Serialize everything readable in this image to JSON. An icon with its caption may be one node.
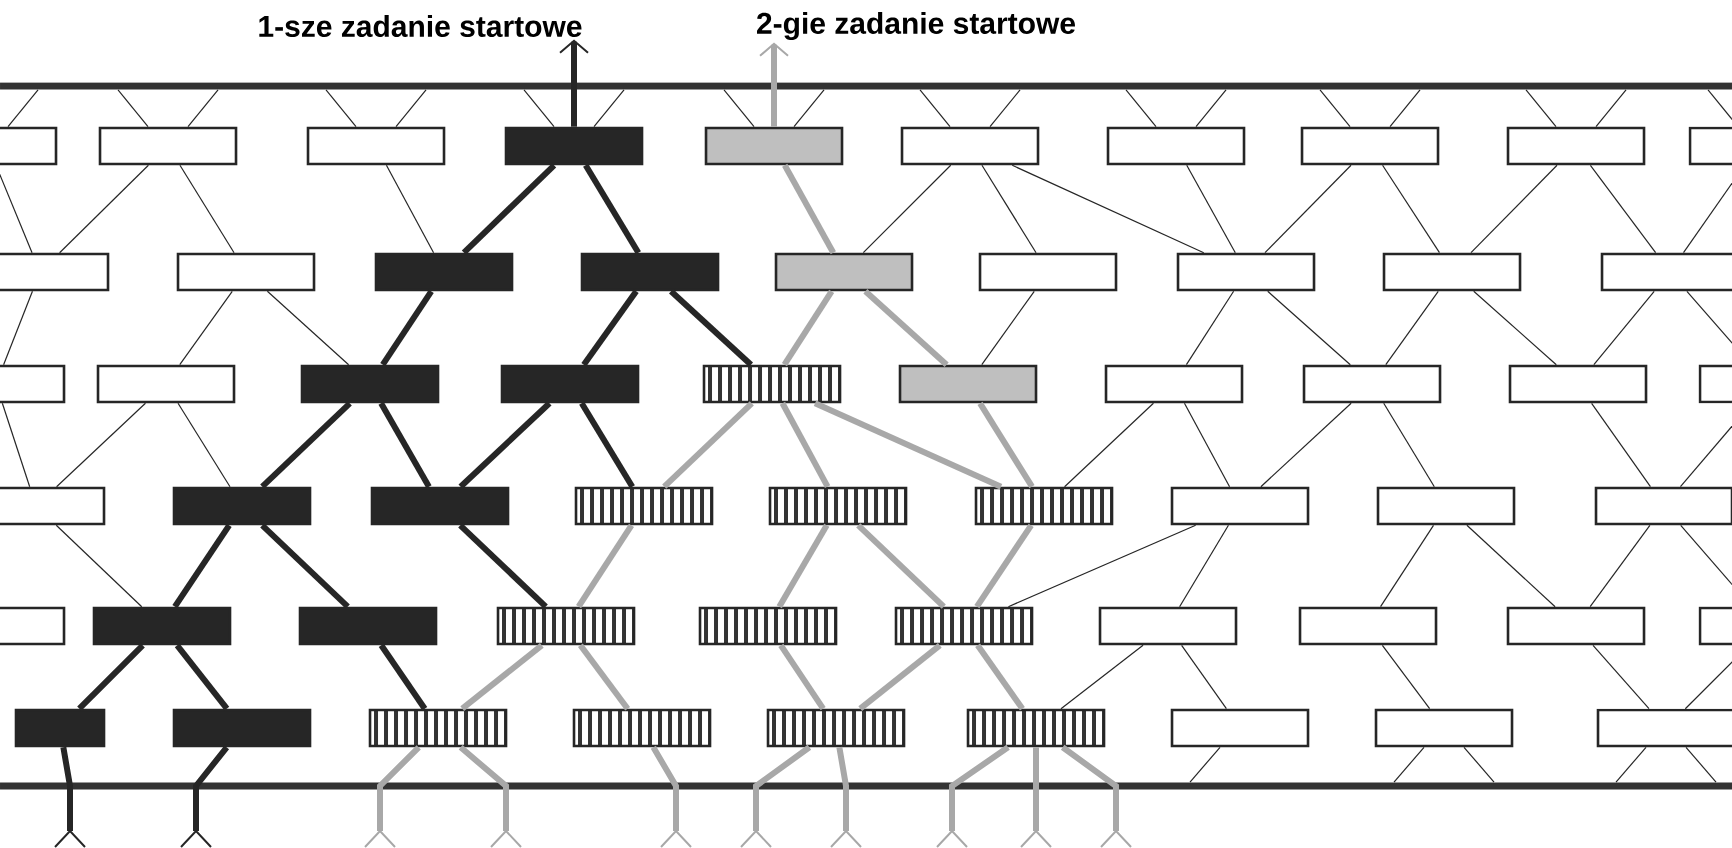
{
  "diagram": {
    "nodes": [
      {
        "text": [
          "1-sze zadanie startowe"
        ]
      },
      {
        "text": [
          "2-gie zadanie startowe"
        ]
      },
      {
        "text": [],
        "shape": "bar"
      },
      {
        "text": [],
        "shape": "box"
      },
      {
        "text": [],
        "shape": "box"
      },
      {
        "text": [],
        "shape": "box"
      },
      {
        "text": [],
        "shape": "box"
      },
      {
        "text": [],
        "shape": "box"
      },
      {
        "text": [],
        "shape": "box"
      },
      {
        "text": [],
        "shape": "box"
      },
      {
        "text": [],
        "shape": "box"
      },
      {
        "text": [],
        "shape": "box"
      },
      {
        "text": [],
        "shape": "box"
      },
      {
        "text": [],
        "shape": "box"
      },
      {
        "text": [],
        "shape": "box"
      },
      {
        "text": [],
        "shape": "box"
      },
      {
        "text": [],
        "shape": "box"
      },
      {
        "text": [],
        "shape": "box"
      },
      {
        "text": [],
        "shape": "box"
      },
      {
        "text": [],
        "shape": "box"
      },
      {
        "text": [],
        "shape": "box"
      },
      {
        "text": [],
        "shape": "box"
      },
      {
        "text": [],
        "shape": "box"
      },
      {
        "text": [],
        "shape": "box"
      },
      {
        "text": [],
        "shape": "box"
      },
      {
        "text": [],
        "shape": "box"
      },
      {
        "text": [],
        "shape": "box"
      },
      {
        "text": [],
        "shape": "box"
      },
      {
        "text": [],
        "shape": "box"
      },
      {
        "text": [],
        "shape": "box"
      },
      {
        "text": [],
        "shape": "box"
      },
      {
        "text": [],
        "shape": "box"
      },
      {
        "text": [],
        "shape": "box"
      },
      {
        "text": [],
        "shape": "box"
      },
      {
        "text": [],
        "shape": "box"
      },
      {
        "text": [],
        "shape": "box"
      },
      {
        "text": [],
        "shape": "box"
      },
      {
        "text": [],
        "shape": "box"
      },
      {
        "text": [],
        "shape": "box"
      },
      {
        "text": [],
        "shape": "box"
      },
      {
        "text": [],
        "shape": "box"
      },
      {
        "text": [],
        "shape": "box"
      },
      {
        "text": [],
        "shape": "box"
      },
      {
        "text": [],
        "shape": "box"
      },
      {
        "text": [],
        "shape": "box"
      },
      {
        "text": [],
        "shape": "box"
      },
      {
        "text": [],
        "shape": "box"
      },
      {
        "text": [],
        "shape": "box"
      },
      {
        "text": [],
        "shape": "box"
      },
      {
        "text": [],
        "shape": "box"
      },
      {
        "text": [],
        "shape": "box"
      },
      {
        "text": [],
        "shape": "box"
      },
      {
        "text": [],
        "shape": "box"
      },
      {
        "text": [],
        "shape": "box"
      },
      {
        "text": [],
        "shape": "box"
      },
      {
        "text": [],
        "shape": "box"
      },
      {
        "text": [],
        "shape": "box"
      },
      {
        "text": [],
        "shape": "box"
      },
      {
        "text": [],
        "shape": "box"
      },
      {
        "text": [],
        "shape": "box"
      },
      {
        "text": [],
        "shape": "bar"
      }
    ],
    "edges": [
      {
        "from": 6,
        "to": 0,
        "arrow": "to",
        "style": "thick"
      },
      {
        "from": 7,
        "to": 1,
        "arrow": "to",
        "style": "thick",
        "color": "#a8a8a8"
      },
      {
        "from": 2,
        "to": 3,
        "arrow": "none"
      },
      {
        "from": 2,
        "to": 4,
        "arrow": "none"
      },
      {
        "from": 2,
        "to": 4,
        "arrow": "none"
      },
      {
        "from": 2,
        "to": 5,
        "arrow": "none"
      },
      {
        "from": 2,
        "to": 5,
        "arrow": "none"
      },
      {
        "from": 2,
        "to": 6,
        "arrow": "none"
      },
      {
        "from": 2,
        "to": 6,
        "arrow": "none"
      },
      {
        "from": 2,
        "to": 7,
        "arrow": "none"
      },
      {
        "from": 2,
        "to": 7,
        "arrow": "none"
      },
      {
        "from": 2,
        "to": 8,
        "arrow": "none"
      },
      {
        "from": 2,
        "to": 8,
        "arrow": "none"
      },
      {
        "from": 2,
        "to": 9,
        "arrow": "none"
      },
      {
        "from": 2,
        "to": 9,
        "arrow": "none"
      },
      {
        "from": 2,
        "to": 10,
        "arrow": "none"
      },
      {
        "from": 2,
        "to": 10,
        "arrow": "none"
      },
      {
        "from": 2,
        "to": 11,
        "arrow": "none"
      },
      {
        "from": 2,
        "to": 11,
        "arrow": "none"
      },
      {
        "from": 2,
        "to": 12,
        "arrow": "none"
      },
      {
        "from": 3,
        "to": 13,
        "arrow": "none"
      },
      {
        "from": 4,
        "to": 13,
        "arrow": "none"
      },
      {
        "from": 4,
        "to": 14,
        "arrow": "none"
      },
      {
        "from": 5,
        "to": 15,
        "arrow": "none"
      },
      {
        "from": 6,
        "to": 15,
        "arrow": "none",
        "style": "thick"
      },
      {
        "from": 6,
        "to": 16,
        "arrow": "none",
        "style": "thick"
      },
      {
        "from": 7,
        "to": 17,
        "arrow": "none",
        "style": "thick",
        "color": "#a8a8a8"
      },
      {
        "from": 8,
        "to": 17,
        "arrow": "none"
      },
      {
        "from": 8,
        "to": 18,
        "arrow": "none"
      },
      {
        "from": 8,
        "to": 19,
        "arrow": "none"
      },
      {
        "from": 9,
        "to": 19,
        "arrow": "none"
      },
      {
        "from": 10,
        "to": 19,
        "arrow": "none"
      },
      {
        "from": 10,
        "to": 20,
        "arrow": "none"
      },
      {
        "from": 11,
        "to": 20,
        "arrow": "none"
      },
      {
        "from": 11,
        "to": 21,
        "arrow": "none"
      },
      {
        "from": 12,
        "to": 21,
        "arrow": "none"
      },
      {
        "from": 13,
        "to": 22,
        "arrow": "none"
      },
      {
        "from": 14,
        "to": 23,
        "arrow": "none"
      },
      {
        "from": 14,
        "to": 24,
        "arrow": "none"
      },
      {
        "from": 15,
        "to": 24,
        "arrow": "none",
        "style": "thick"
      },
      {
        "from": 16,
        "to": 25,
        "arrow": "none",
        "style": "thick"
      },
      {
        "from": 16,
        "to": 26,
        "arrow": "none",
        "style": "thick"
      },
      {
        "from": 17,
        "to": 26,
        "arrow": "none",
        "style": "thick",
        "color": "#a8a8a8"
      },
      {
        "from": 17,
        "to": 27,
        "arrow": "none",
        "style": "thick",
        "color": "#a8a8a8"
      },
      {
        "from": 18,
        "to": 27,
        "arrow": "none"
      },
      {
        "from": 19,
        "to": 28,
        "arrow": "none"
      },
      {
        "from": 19,
        "to": 29,
        "arrow": "none"
      },
      {
        "from": 20,
        "to": 29,
        "arrow": "none"
      },
      {
        "from": 20,
        "to": 30,
        "arrow": "none"
      },
      {
        "from": 21,
        "to": 30,
        "arrow": "none"
      },
      {
        "from": 21,
        "to": 31,
        "arrow": "none"
      },
      {
        "from": 22,
        "to": 32,
        "arrow": "none"
      },
      {
        "from": 23,
        "to": 32,
        "arrow": "none"
      },
      {
        "from": 23,
        "to": 33,
        "arrow": "none"
      },
      {
        "from": 24,
        "to": 33,
        "arrow": "none",
        "style": "thick"
      },
      {
        "from": 24,
        "to": 34,
        "arrow": "none",
        "style": "thick"
      },
      {
        "from": 25,
        "to": 34,
        "arrow": "none",
        "style": "thick"
      },
      {
        "from": 25,
        "to": 35,
        "arrow": "none",
        "style": "thick"
      },
      {
        "from": 26,
        "to": 35,
        "arrow": "none",
        "style": "thick",
        "color": "#a8a8a8"
      },
      {
        "from": 26,
        "to": 36,
        "arrow": "none",
        "style": "thick",
        "color": "#a8a8a8"
      },
      {
        "from": 26,
        "to": 37,
        "arrow": "none",
        "style": "thick",
        "color": "#a8a8a8"
      },
      {
        "from": 27,
        "to": 37,
        "arrow": "none",
        "style": "thick",
        "color": "#a8a8a8"
      },
      {
        "from": 28,
        "to": 37,
        "arrow": "none"
      },
      {
        "from": 28,
        "to": 38,
        "arrow": "none"
      },
      {
        "from": 29,
        "to": 38,
        "arrow": "none"
      },
      {
        "from": 29,
        "to": 39,
        "arrow": "none"
      },
      {
        "from": 30,
        "to": 40,
        "arrow": "none"
      },
      {
        "from": 31,
        "to": 40,
        "arrow": "none"
      },
      {
        "from": 32,
        "to": 42,
        "arrow": "none"
      },
      {
        "from": 33,
        "to": 42,
        "arrow": "none",
        "style": "thick"
      },
      {
        "from": 33,
        "to": 43,
        "arrow": "none",
        "style": "thick"
      },
      {
        "from": 34,
        "to": 44,
        "arrow": "none",
        "style": "thick"
      },
      {
        "from": 35,
        "to": 44,
        "arrow": "none",
        "style": "thick",
        "color": "#a8a8a8"
      },
      {
        "from": 36,
        "to": 45,
        "arrow": "none",
        "style": "thick",
        "color": "#a8a8a8"
      },
      {
        "from": 36,
        "to": 46,
        "arrow": "none",
        "style": "thick",
        "color": "#a8a8a8"
      },
      {
        "from": 37,
        "to": 46,
        "arrow": "none",
        "style": "thick",
        "color": "#a8a8a8"
      },
      {
        "from": 38,
        "to": 46,
        "arrow": "none"
      },
      {
        "from": 38,
        "to": 47,
        "arrow": "none"
      },
      {
        "from": 39,
        "to": 48,
        "arrow": "none"
      },
      {
        "from": 39,
        "to": 49,
        "arrow": "none"
      },
      {
        "from": 40,
        "to": 49,
        "arrow": "none"
      },
      {
        "from": 40,
        "to": 50,
        "arrow": "none"
      },
      {
        "from": 42,
        "to": 51,
        "arrow": "none",
        "style": "thick"
      },
      {
        "from": 42,
        "to": 52,
        "arrow": "none",
        "style": "thick"
      },
      {
        "from": 43,
        "to": 53,
        "arrow": "none",
        "style": "thick"
      },
      {
        "from": 44,
        "to": 53,
        "arrow": "none",
        "style": "thick",
        "color": "#a8a8a8"
      },
      {
        "from": 44,
        "to": 54,
        "arrow": "none",
        "style": "thick",
        "color": "#a8a8a8"
      },
      {
        "from": 45,
        "to": 55,
        "arrow": "none",
        "style": "thick",
        "color": "#a8a8a8"
      },
      {
        "from": 46,
        "to": 55,
        "arrow": "none",
        "style": "thick",
        "color": "#a8a8a8"
      },
      {
        "from": 46,
        "to": 56,
        "arrow": "none",
        "style": "thick",
        "color": "#a8a8a8"
      },
      {
        "from": 47,
        "to": 56,
        "arrow": "none"
      },
      {
        "from": 47,
        "to": 57,
        "arrow": "none"
      },
      {
        "from": 48,
        "to": 58,
        "arrow": "none"
      },
      {
        "from": 49,
        "to": 59,
        "arrow": "none"
      },
      {
        "from": 50,
        "to": 59,
        "arrow": "none"
      },
      {
        "from": 57,
        "to": 60,
        "arrow": "none"
      },
      {
        "from": 58,
        "to": 60,
        "arrow": "none"
      },
      {
        "from": 58,
        "to": 60,
        "arrow": "none"
      },
      {
        "from": 59,
        "to": 60,
        "arrow": "none"
      },
      {
        "from": 59,
        "to": 60,
        "arrow": "none"
      },
      {
        "from": null,
        "to": 51,
        "arrow": "other",
        "style": "thick"
      },
      {
        "from": null,
        "to": 52,
        "arrow": "other",
        "style": "thick"
      },
      {
        "from": null,
        "to": 53,
        "arrow": "other",
        "style": "thick",
        "color": "#a8a8a8"
      },
      {
        "from": null,
        "to": 53,
        "arrow": "other",
        "style": "thick",
        "color": "#a8a8a8"
      },
      {
        "from": null,
        "to": 54,
        "arrow": "other",
        "style": "thick",
        "color": "#a8a8a8"
      },
      {
        "from": null,
        "to": 55,
        "arrow": "other",
        "style": "thick",
        "color": "#a8a8a8"
      },
      {
        "from": null,
        "to": 55,
        "arrow": "other",
        "style": "thick",
        "color": "#a8a8a8"
      },
      {
        "from": null,
        "to": 56,
        "arrow": "other",
        "style": "thick",
        "color": "#a8a8a8"
      },
      {
        "from": null,
        "to": 56,
        "arrow": "other",
        "style": "thick",
        "color": "#a8a8a8"
      },
      {
        "from": null,
        "to": 56,
        "arrow": "other",
        "style": "thick",
        "color": "#a8a8a8"
      }
    ]
  }
}
